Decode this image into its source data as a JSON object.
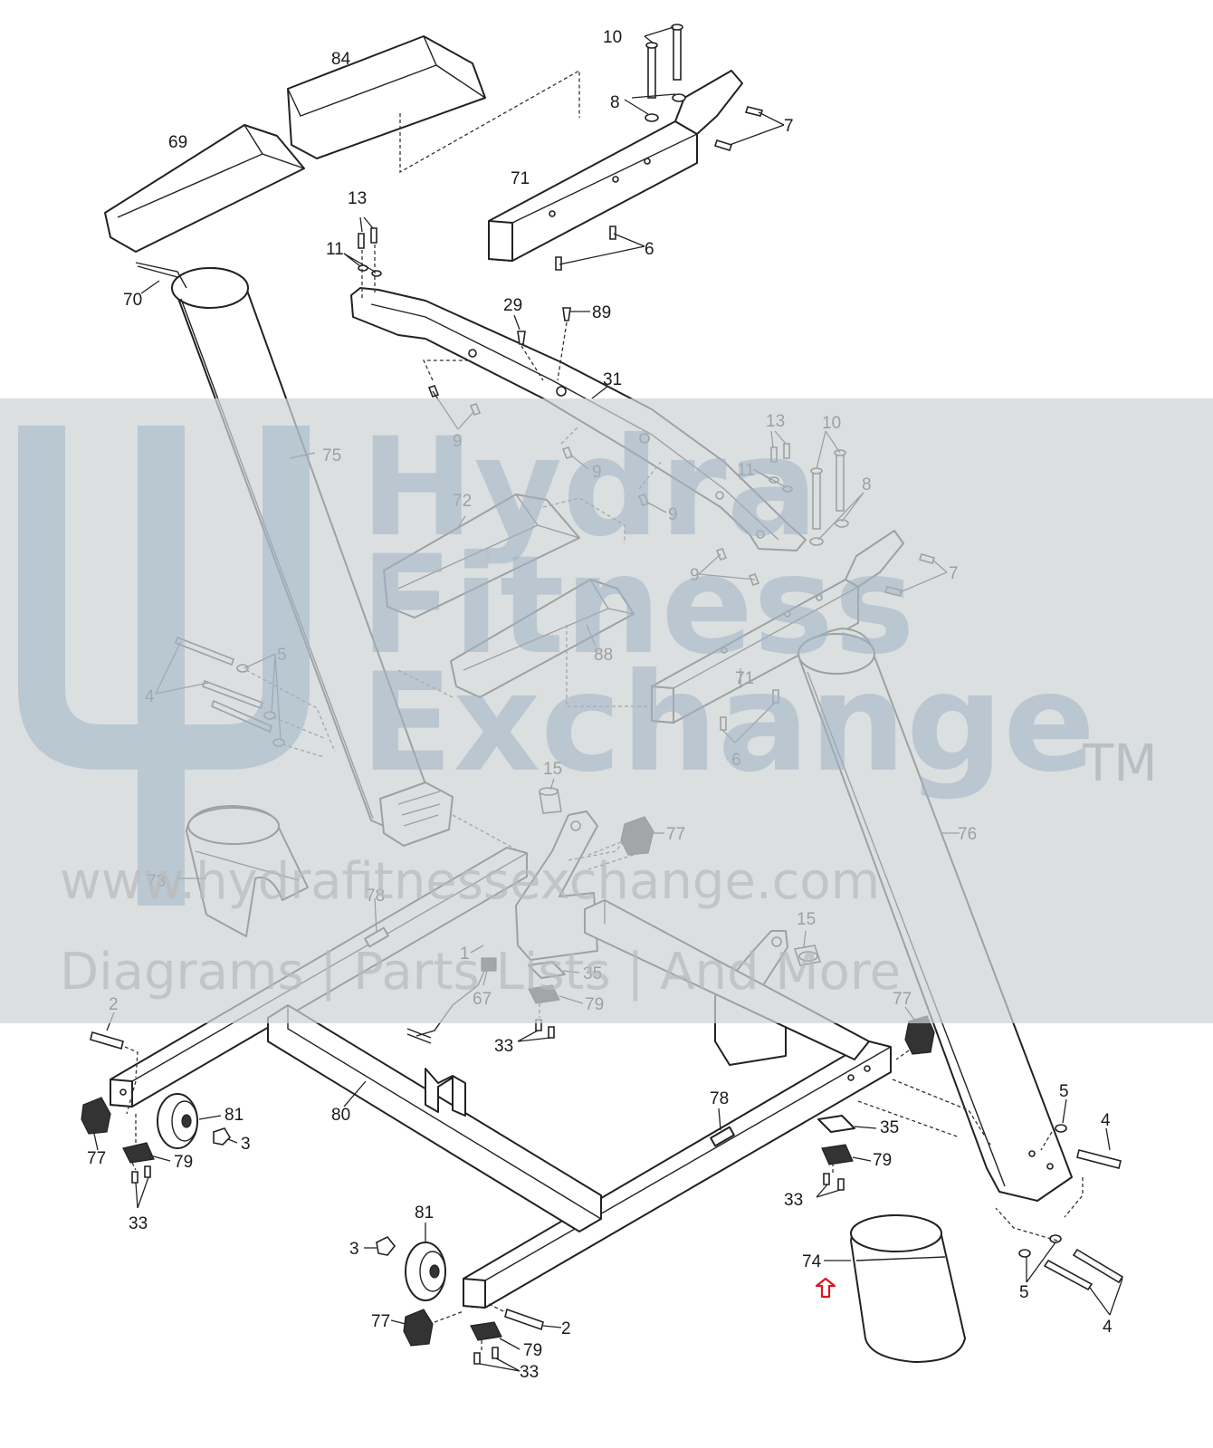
{
  "watermark": {
    "brand_line1": "Hydra",
    "brand_line2": "Fitness",
    "brand_line3": "Exchange",
    "trademark": "TM",
    "url": "www.hydrafitnessexchange.com",
    "tagline": "Diagrams | Parts Lists | And More"
  },
  "highlight_color": "#e0141e",
  "highlighted_part": "74",
  "labels": {
    "p10_top": "10",
    "p84": "84",
    "p8_top": "8",
    "p7_top": "7",
    "p69": "69",
    "p71_top": "71",
    "p13_top": "13",
    "p11_top": "11",
    "p6_top": "6",
    "p70": "70",
    "p29": "29",
    "p89": "89",
    "p31": "31",
    "p75": "75",
    "p9_a": "9",
    "p9_b": "9",
    "p13_mid": "13",
    "p10_mid": "10",
    "p11_mid": "11",
    "p8_mid": "8",
    "p72": "72",
    "p9_c": "9",
    "p9_d": "9",
    "p7_mid": "7",
    "p5_left": "5",
    "p4_left": "4",
    "p88": "88",
    "p71_mid": "71",
    "p6_mid": "6",
    "p15_top": "15",
    "p77_top": "77",
    "p76": "76",
    "p73": "73",
    "p78_top": "78",
    "p15_mid": "15",
    "p1": "1",
    "p35_top": "35",
    "p67": "67",
    "p79_top": "79",
    "p2_left": "2",
    "p33_mid": "33",
    "p77_right": "77",
    "p5_right": "5",
    "p4_right": "4",
    "p81_right": "81",
    "p3_right": "3",
    "p80": "80",
    "p78_bottom": "78",
    "p35_bottom": "35",
    "p79_right": "79",
    "p77_left": "77",
    "p79_left": "79",
    "p33_left": "33",
    "p33_right": "33",
    "p81_bottom": "81",
    "p3_bottom": "3",
    "p74": "74",
    "p5_bottom": "5",
    "p4_bottom": "4",
    "p77_bottom": "77",
    "p2_bottom": "2",
    "p79_bottom": "79",
    "p33_bottom": "33"
  }
}
